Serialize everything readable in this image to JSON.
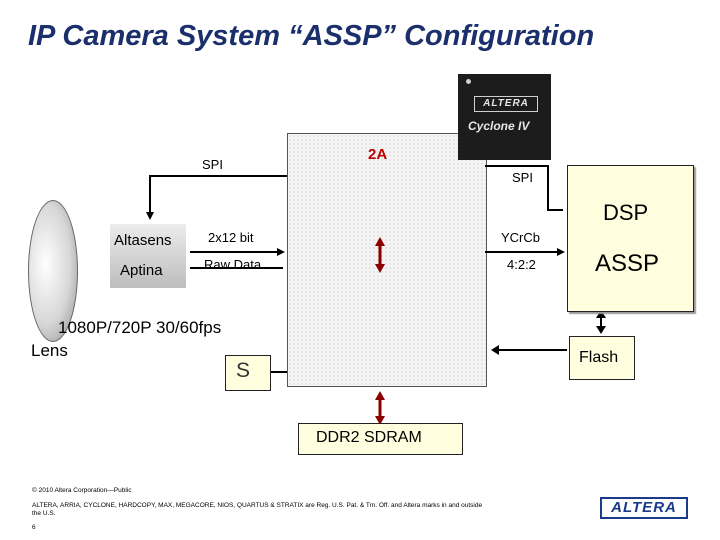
{
  "slide_title": "IP Camera System “ASSP” Configuration",
  "fpga_label": "2A",
  "chip": {
    "vendor": "ALTERA",
    "family": "Cyclone IV"
  },
  "labels": {
    "spi_left": "SPI",
    "spi_right": "SPI",
    "sensor_1": "Altasens",
    "sensor_2": "Aptina",
    "data_1": "2x12 bit",
    "data_2": "Raw Data",
    "out_1": "YCrCb",
    "out_2": "4:2:2",
    "resolution": "1080P/720P 30/60fps",
    "lens": "Lens"
  },
  "dsp": {
    "line1": "DSP",
    "line2": "ASSP"
  },
  "flash": "Flash",
  "s_box": "S",
  "ddr": "DDR2 SDRAM",
  "footer": {
    "copyright": "© 2010 Altera Corporation—Public",
    "trademarks": "ALTERA, ARRIA, CYCLONE, HARDCOPY, MAX, MEGACORE, NIOS, QUARTUS & STRATIX are Reg. U.S. Pat. & Tm. Off. and Altera marks in and outside the U.S.",
    "page": "6",
    "logo": "ALTERA"
  },
  "colors": {
    "title": "#1a2f6b",
    "fpga_label": "#c00000",
    "box_fill": "#ffffe0",
    "arrow": "#8b0000"
  }
}
